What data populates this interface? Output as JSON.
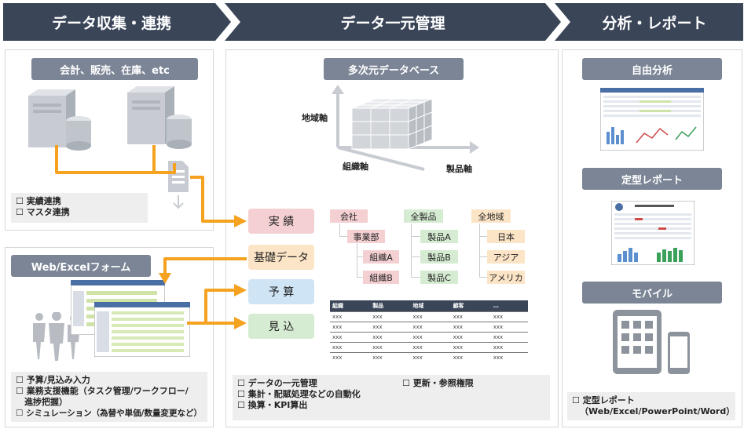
{
  "headers": [
    "データ収集・連携",
    "データ一元管理",
    "分析・レポート"
  ],
  "left": {
    "source_pill": "会計、販売、在庫、etc",
    "sync_list": [
      "☐ 実績連携",
      "☐ マスタ連携"
    ],
    "form_pill": "Web/Excelフォーム",
    "features": [
      "☐ 予算/見込み入力",
      "☐ 業務支援機能（タスク管理/ワークフロー/",
      "　進捗把握）",
      "☐ シミュレーション（為替や単価/数量変更など）"
    ]
  },
  "center": {
    "db_pill": "多次元データベース",
    "axes": {
      "region": "地域軸",
      "org": "組織軸",
      "product": "製品軸"
    },
    "flow": [
      "実 績",
      "基礎データ",
      "予 算",
      "見 込"
    ],
    "trees": {
      "org": [
        "会社",
        "事業部",
        "組織A",
        "組織B"
      ],
      "product": [
        "全製品",
        "製品A",
        "製品B",
        "製品C"
      ],
      "region": [
        "全地域",
        "日本",
        "アジア",
        "アメリカ"
      ]
    },
    "table": {
      "headers": [
        "組織",
        "製品",
        "地域",
        "顧客",
        "…"
      ],
      "rows": [
        [
          "xxx",
          "xxx",
          "xxx",
          "xxx",
          "xxx"
        ],
        [
          "xxx",
          "xxx",
          "xxx",
          "xxx",
          "xxx"
        ],
        [
          "xxx",
          "xxx",
          "xxx",
          "xxx",
          "xxx"
        ],
        [
          "xxx",
          "xxx",
          "xxx",
          "xxx",
          "xxx"
        ],
        [
          "xxx",
          "xxx",
          "xxx",
          "xxx",
          "xxx"
        ]
      ]
    },
    "features_left": [
      "☐ データの一元管理",
      "☐ 集計・配賦処理などの自動化",
      "☐ 換算・KPI算出"
    ],
    "features_right": [
      "☐ 更新・参照権限"
    ]
  },
  "right": {
    "pill1": "自由分析",
    "pill2": "定型レポート",
    "pill3": "モバイル",
    "footer_l1": "☐ 定型レポート",
    "footer_l2": "（Web/Excel/PowerPoint/Word）"
  },
  "colors": {
    "header": "#3a4558",
    "pill": "#7b8596",
    "arrow": "#f4a21f",
    "actual": "#f4d0d2",
    "base": "#fce4c7",
    "budget": "#cfe4f5",
    "forecast": "#d6ecd2"
  }
}
